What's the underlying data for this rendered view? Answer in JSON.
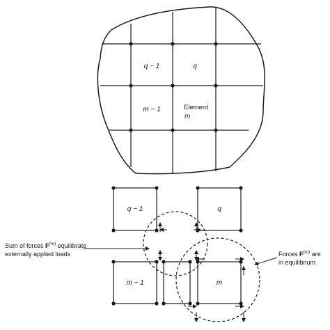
{
  "top_figure": {
    "labels": {
      "q_minus_1": "q − 1",
      "q": "q",
      "m_minus_1": "m − 1",
      "element": "Element",
      "m": "m"
    }
  },
  "bottom_figure": {
    "labels": {
      "q_minus_1": "q − 1",
      "q": "q",
      "m_minus_1": "m − 1",
      "m": "m"
    },
    "annotations": {
      "left_line1_pre": "Sum of forces ",
      "left_line1_F": "F",
      "left_line1_sup": "(m)",
      "left_line1_post": " equilibrate",
      "left_line2": "externally applied loads",
      "right_line1_pre": "Forces ",
      "right_line1_F": "F",
      "right_line1_sup": "(m)",
      "right_line1_post": " are",
      "right_line2": "in equilibrium"
    }
  },
  "colors": {
    "ink": "#1a1a1a",
    "background": "#ffffff"
  }
}
